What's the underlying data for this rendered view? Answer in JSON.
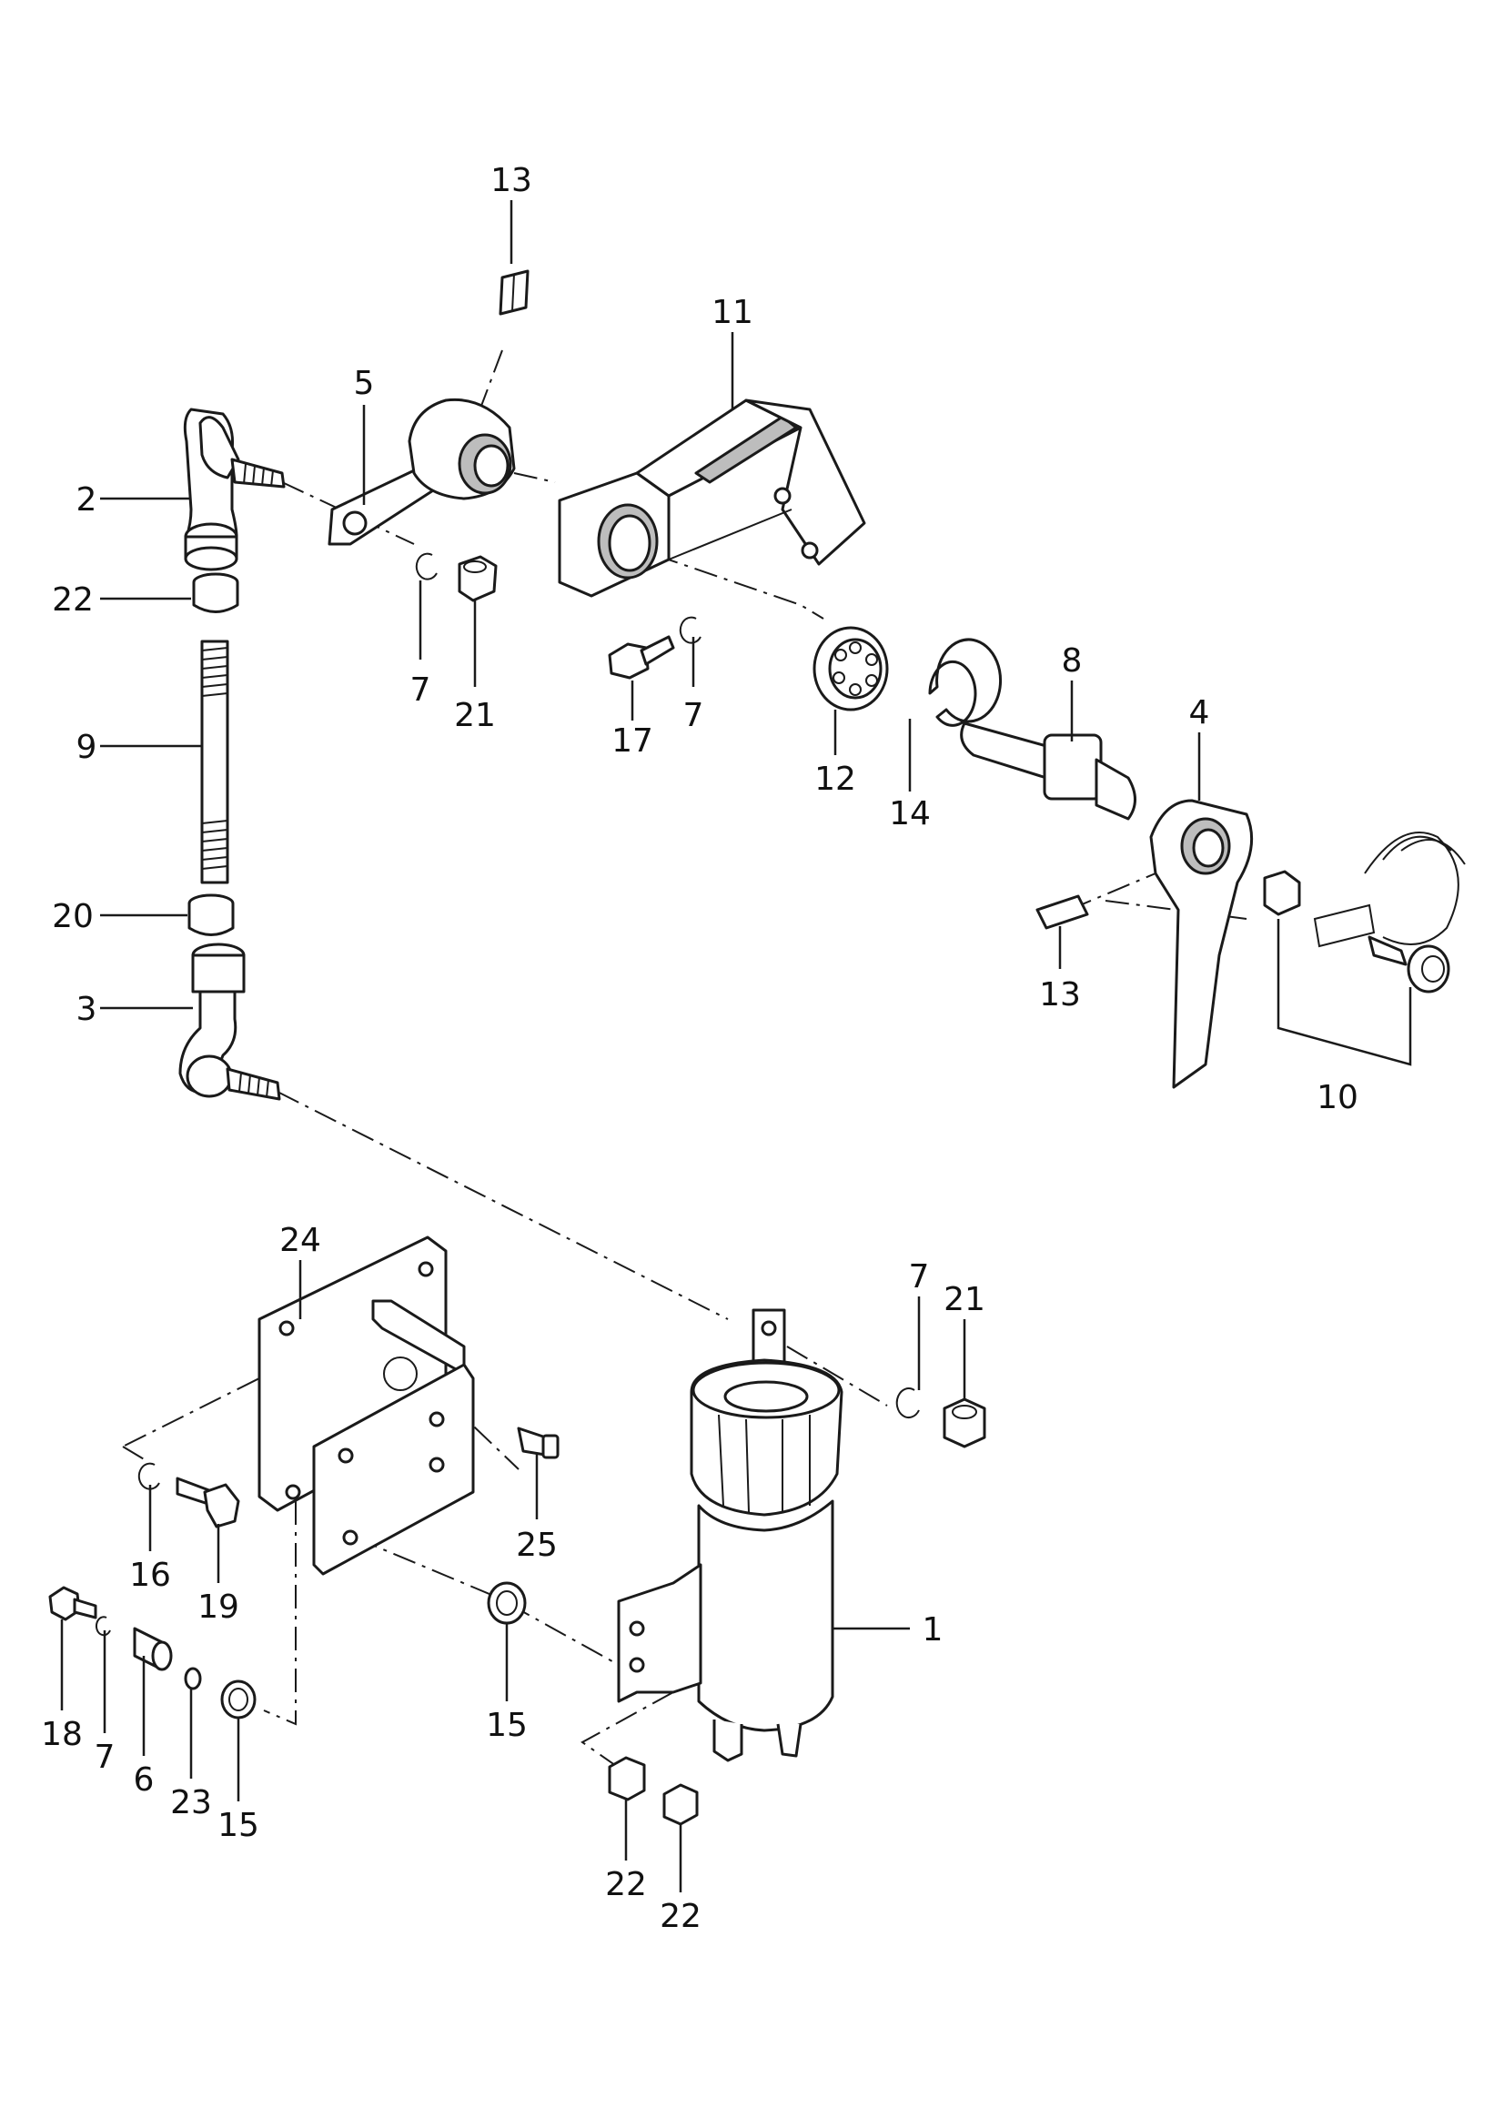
{
  "callouts": {
    "c1": "1",
    "c2": "2",
    "c3": "3",
    "c4": "4",
    "c5": "5",
    "c6": "6",
    "c7a": "7",
    "c7b": "7",
    "c7c": "7",
    "c7d": "7",
    "c8": "8",
    "c9": "9",
    "c10": "10",
    "c11": "11",
    "c12": "12",
    "c13a": "13",
    "c13b": "13",
    "c14": "14",
    "c15a": "15",
    "c15b": "15",
    "c16": "16",
    "c17": "17",
    "c18": "18",
    "c19": "19",
    "c20": "20",
    "c21a": "21",
    "c21b": "21",
    "c22a": "22",
    "c22b": "22",
    "c22c": "22",
    "c23": "23",
    "c24": "24",
    "c25": "25"
  }
}
